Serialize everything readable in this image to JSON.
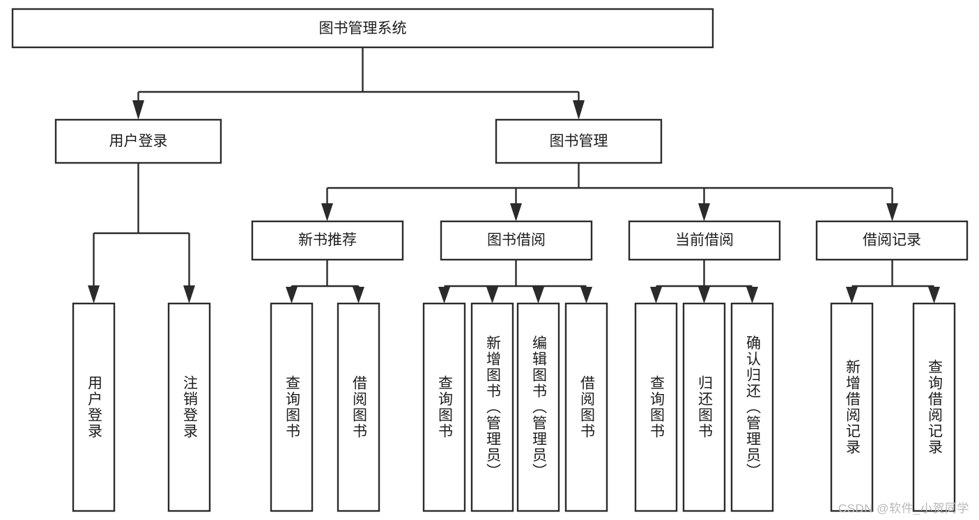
{
  "diagram": {
    "type": "tree-hierarchy",
    "title": "图书管理系统",
    "background_color": "#ffffff",
    "line_color": "#2b2b2b",
    "node_fill": "#ffffff",
    "text_color": "#1c1c1c",
    "root": {
      "label": "图书管理系统",
      "orientation": "horizontal"
    },
    "level2": [
      {
        "label": "用户登录",
        "orientation": "horizontal"
      },
      {
        "label": "图书管理",
        "orientation": "horizontal"
      }
    ],
    "level3": [
      {
        "label": "新书推荐",
        "orientation": "horizontal",
        "parent": "图书管理"
      },
      {
        "label": "图书借阅",
        "orientation": "horizontal",
        "parent": "图书管理"
      },
      {
        "label": "当前借阅",
        "orientation": "horizontal",
        "parent": "图书管理"
      },
      {
        "label": "借阅记录",
        "orientation": "horizontal",
        "parent": "图书管理"
      }
    ],
    "leaves": {
      "用户登录": [
        {
          "label": "用户登录",
          "orientation": "vertical"
        },
        {
          "label": "注销登录",
          "orientation": "vertical"
        }
      ],
      "新书推荐": [
        {
          "label": "查询图书",
          "orientation": "vertical"
        },
        {
          "label": "借阅图书",
          "orientation": "vertical"
        }
      ],
      "图书借阅": [
        {
          "label": "查询图书",
          "orientation": "vertical"
        },
        {
          "label": "新增图书（管理员）",
          "orientation": "vertical"
        },
        {
          "label": "编辑图书（管理员）",
          "orientation": "vertical"
        },
        {
          "label": "借阅图书",
          "orientation": "vertical"
        }
      ],
      "当前借阅": [
        {
          "label": "查询图书",
          "orientation": "vertical"
        },
        {
          "label": "归还图书",
          "orientation": "vertical"
        },
        {
          "label": "确认归还（管理员）",
          "orientation": "vertical"
        }
      ],
      "借阅记录": [
        {
          "label": "新增借阅记录",
          "orientation": "vertical"
        },
        {
          "label": "查询借阅记录",
          "orientation": "vertical"
        }
      ]
    }
  },
  "watermark": {
    "text": "CSDN @软件_小贺同学"
  }
}
